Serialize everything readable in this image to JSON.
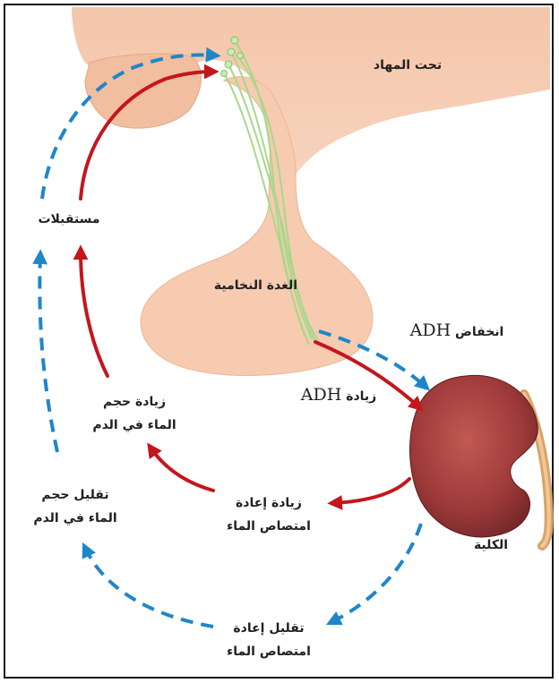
{
  "labels": {
    "hypothalamus": "تحت المهاد",
    "receptors": "مستقبلات",
    "pituitary": "الغدة النخامية",
    "adh_decrease_word": "انخفاض",
    "adh_increase_word": "زيادة",
    "adh_abbr": "ADH",
    "blood_water_increase_line1": "زيادة حجم",
    "blood_water_increase_line2": "الماء في الدم",
    "blood_water_decrease_line1": "تقليل حجم",
    "blood_water_decrease_line2": "الماء في الدم",
    "reabsorption_increase_line1": "زيادة إعادة",
    "reabsorption_increase_line2": "امتصاص الماء",
    "kidney": "الكلية",
    "reabsorption_decrease_line1": "تقليل إعادة",
    "reabsorption_decrease_line2": "امتصاص الماء"
  },
  "colors": {
    "increase_arrow": "#c4161c",
    "decrease_arrow": "#1f86c8",
    "gland": "#f6cbb0",
    "kidney": "#9e3a3a",
    "nerve": "#a9d88c"
  }
}
